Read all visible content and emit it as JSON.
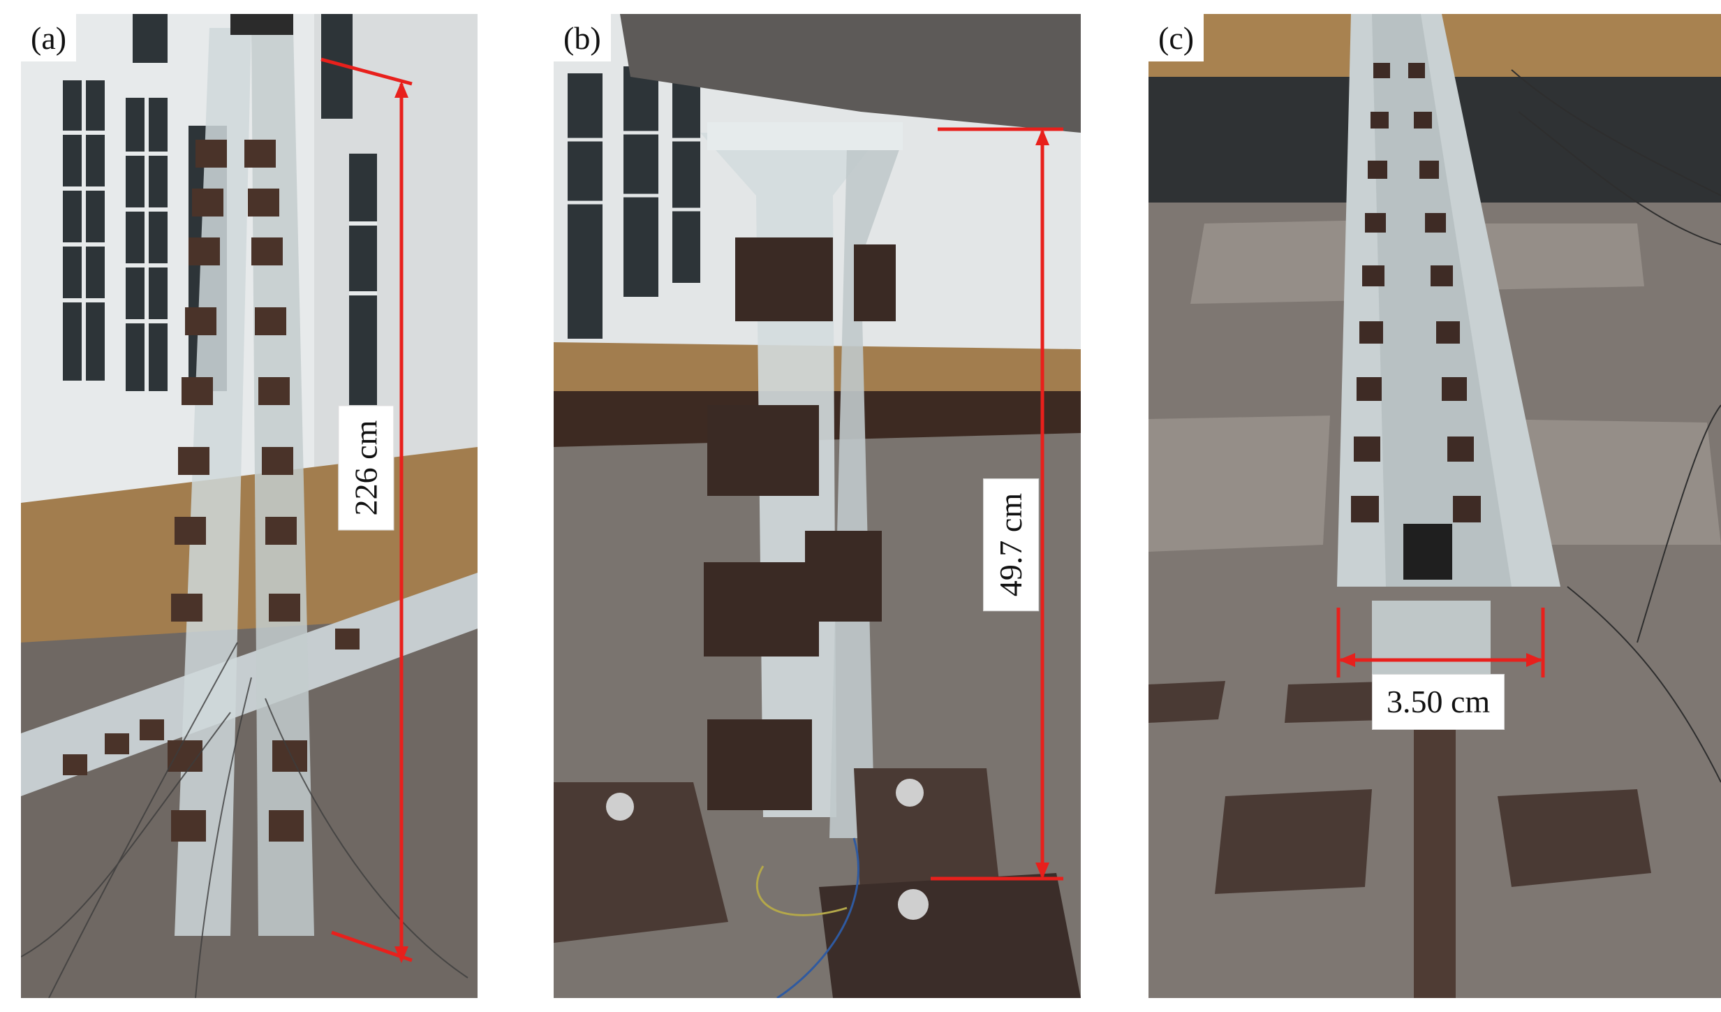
{
  "panels": [
    {
      "label": "(a)",
      "dimension": "226 cm"
    },
    {
      "label": "(b)",
      "dimension": "49.7 cm"
    },
    {
      "label": "(c)",
      "dimension": "3.50 cm"
    }
  ],
  "colors": {
    "dimension_line": "#e8201c",
    "floor": "#7c7570",
    "model": "#c9d2d4",
    "weights": "#3a2a24"
  }
}
